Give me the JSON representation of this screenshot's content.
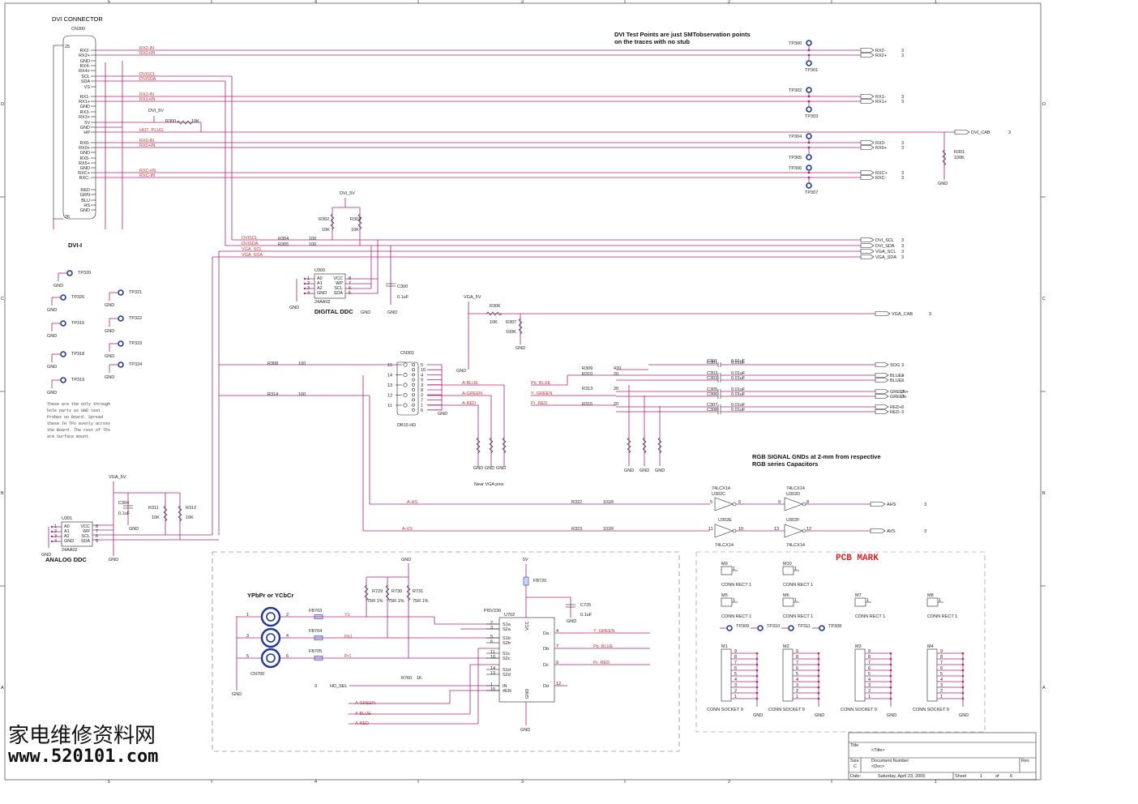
{
  "titles": {
    "dvi_connector": "DVI CONNECTOR",
    "dvi_i": "DVI-I",
    "digital_ddc": "DIGITAL DDC",
    "analog_ddc": "ANALOG DDC",
    "near_vga": "Near VGA pins",
    "dvi_test_note_1": "DVI Test Points are just SMTobservation points",
    "dvi_test_note_2": "on the traces with no stub",
    "rgb_note_1": "RGB SIGNAL GNDs at 2-mm from respective",
    "rgb_note_2": "RGB series Capacitors",
    "ypbpr": "YPbPr or YCbCr",
    "pcb_mark": "PCB MARK"
  },
  "note_lines": [
    "These are the only through",
    "hole parts as GND test",
    "Probes on Board. Spread",
    "these TH TPs evenly across",
    "the Board. The rest of TPs",
    "are Surface mount"
  ],
  "dvi_pins": [
    "RX2-",
    "RX2+",
    "GND",
    "RX4-",
    "RX4+",
    "SCL",
    "SDA",
    "VS",
    "RX1-",
    "RX1+",
    "GND",
    "RX3-",
    "RX3+",
    "5V",
    "GND",
    "HP",
    "RX0-",
    "RX0+",
    "GND",
    "RX5-",
    "RX5+",
    "GND",
    "RXC+",
    "RXC-",
    "RED",
    "GRN",
    "BLU",
    "HS",
    "GND"
  ],
  "dvi_nets": [
    "RX2-IN",
    "RX2+IN",
    "DVISCL",
    "DVISDA",
    "RX1-IN",
    "RX1+IN",
    "HOT_PLUG",
    "RX0-IN",
    "RX0+IN",
    "RXC+IN",
    "RXC-IN"
  ],
  "right_outputs": [
    "RX2-",
    "RX2+",
    "RX1-",
    "RX1+",
    "DVI_CAB",
    "RX0-",
    "RX0+",
    "RXC+",
    "RXC-",
    "DVI_SCL",
    "DVI_SDA",
    "VGA_SCL",
    "VGA_SDA",
    "VGA_CAB",
    "SOG",
    "BLUE+",
    "BLUE-",
    "GREEN+",
    "GREEN-",
    "RED+",
    "RED-",
    "AHS",
    "AVS"
  ],
  "test_points": [
    "TP300",
    "TP301",
    "TP302",
    "TP303",
    "TP304",
    "TP305",
    "TP306",
    "TP307",
    "TP320",
    "TP326",
    "TP321",
    "TP316",
    "TP322",
    "TP318",
    "TP323",
    "TP324",
    "TP319"
  ],
  "refs": {
    "cn300": "CN300",
    "cn301": "CN301",
    "db15": "DB15 HD",
    "u300": "U300",
    "u300_part": "24AA02",
    "u301": "U301",
    "u301_part": "24AA02",
    "u302c": "U302C",
    "u302d": "U302D",
    "u302e": "U302E",
    "u302f": "U302F",
    "lcx": "74LCX14",
    "u702": "U702",
    "pi5v": "PI5V330",
    "cn700": "CN700"
  },
  "eeprom_pins": [
    "A0",
    "A1",
    "A2",
    "GND",
    "VCC",
    "WP",
    "SCL",
    "SDA"
  ],
  "resistors": [
    {
      "ref": "R300",
      "val": "10K"
    },
    {
      "ref": "R301",
      "val": "100K"
    },
    {
      "ref": "R302",
      "val": "10K"
    },
    {
      "ref": "R303",
      "val": "10K"
    },
    {
      "ref": "R304",
      "val": "100"
    },
    {
      "ref": "R305",
      "val": "100"
    },
    {
      "ref": "R306",
      "val": "10K"
    },
    {
      "ref": "R307",
      "val": "100K"
    },
    {
      "ref": "R308",
      "val": "100"
    },
    {
      "ref": "R314",
      "val": "100"
    },
    {
      "ref": "R309",
      "val": "470"
    },
    {
      "ref": "R310",
      "val": "20"
    },
    {
      "ref": "R313",
      "val": "20"
    },
    {
      "ref": "R315",
      "val": "20"
    },
    {
      "ref": "R311",
      "val": "10K"
    },
    {
      "ref": "R312",
      "val": "10K"
    },
    {
      "ref": "R322",
      "val": "101R"
    },
    {
      "ref": "R323",
      "val": "101R"
    },
    {
      "ref": "R760",
      "val": "1K"
    }
  ],
  "caps": [
    {
      "ref": "C300",
      "val": "0.1uF"
    },
    {
      "ref": "C304",
      "val": "0.1uF"
    },
    {
      "ref": "C301",
      "val": "0.01uF"
    },
    {
      "ref": "C302",
      "val": "0.01uF"
    },
    {
      "ref": "C303",
      "val": "0.01uF"
    },
    {
      "ref": "C305",
      "val": "0.01uF"
    },
    {
      "ref": "C306",
      "val": "0.01uF"
    },
    {
      "ref": "C307",
      "val": "0.01uF"
    },
    {
      "ref": "C308",
      "val": "0.01uF"
    },
    {
      "ref": "C725",
      "val": "0.1uF"
    }
  ],
  "power": {
    "dvi5v": "DVI_5V",
    "vga5v": "VGA_5V",
    "v5": "5V",
    "gnd": "GND",
    "hd_sel": "HD_SEL"
  },
  "analog_nets": [
    "A-BLUE",
    "A-GREEN",
    "A-RED",
    "A-HS",
    "A-VS",
    "Pb_BLUE",
    "Y_GREEN",
    "Pr_RED",
    "Y_GREEN",
    "Pb_BLUE",
    "Pr_RED",
    "Y1",
    "Pb1",
    "Pr1"
  ],
  "ferrites": [
    "FB703",
    "FB704",
    "FB705",
    "FB720"
  ],
  "pcb_parts": {
    "m": [
      "M9",
      "M10",
      "M5",
      "M6",
      "M7",
      "M8"
    ],
    "conn_rect": "CONN RECT 1",
    "tps": [
      "TP309",
      "TP310",
      "TP311",
      "TP308"
    ],
    "sockets": [
      "M1",
      "M2",
      "M3",
      "M4"
    ],
    "conn_socket": "CONN SOCKET 9"
  },
  "title_block": {
    "title_label": "Title",
    "title_value": "<Title>",
    "size_label": "Size",
    "size_value": "C",
    "doc_label": "Document Number",
    "doc_value": "<Doc>",
    "rev_label": "Rev",
    "date_label": "Date:",
    "date_value": "Saturday, April 23, 2005",
    "sheet_label": "Sheet",
    "sheet_num": "1",
    "of_label": "of",
    "sheet_total": "6"
  },
  "watermark": {
    "cn": "家电维修资料网",
    "url": "www.520101.com"
  },
  "border": {
    "cols": [
      "5",
      "4",
      "3",
      "2",
      "1"
    ],
    "rows": [
      "D",
      "C",
      "B",
      "A"
    ]
  }
}
